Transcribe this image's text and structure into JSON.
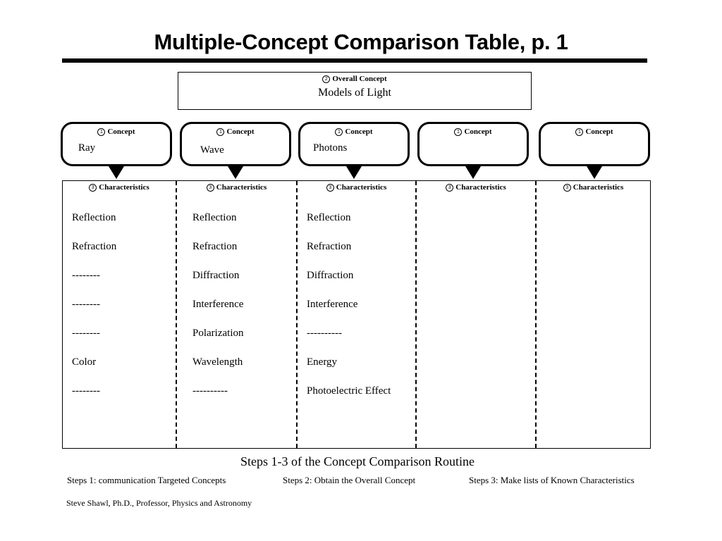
{
  "title": "Multiple-Concept Comparison Table, p. 1",
  "overall": {
    "step_number": "2",
    "label": "Overall Concept",
    "value": "Models of Light"
  },
  "concepts": [
    {
      "step_number": "1",
      "label": "Concept",
      "value": "Ray"
    },
    {
      "step_number": "1",
      "label": "Concept",
      "value": "Wave"
    },
    {
      "step_number": "1",
      "label": "Concept",
      "value": "Photons"
    },
    {
      "step_number": "1",
      "label": "Concept",
      "value": ""
    },
    {
      "step_number": "1",
      "label": "Concept",
      "value": ""
    }
  ],
  "characteristics_label": "Characteristics",
  "characteristics_step_number": "3",
  "columns": [
    [
      "Reflection",
      "Refraction",
      "--------",
      "--------",
      "--------",
      "Color",
      "--------"
    ],
    [
      "Reflection",
      "Refraction",
      "Diffraction",
      "Interference",
      "Polarization",
      "Wavelength",
      "----------"
    ],
    [
      "Reflection",
      "Refraction",
      "Diffraction",
      "Interference",
      "----------",
      "Energy",
      "Photoelectric Effect"
    ],
    [],
    []
  ],
  "steps": {
    "title": "Steps 1-3 of the Concept Comparison Routine",
    "step1": "Steps 1: communication Targeted Concepts",
    "step2": "Steps 2: Obtain the Overall Concept",
    "step3": "Steps 3: Make lists of Known Characteristics"
  },
  "credit": "Steve Shawl, Ph.D., Professor, Physics and Astronomy"
}
